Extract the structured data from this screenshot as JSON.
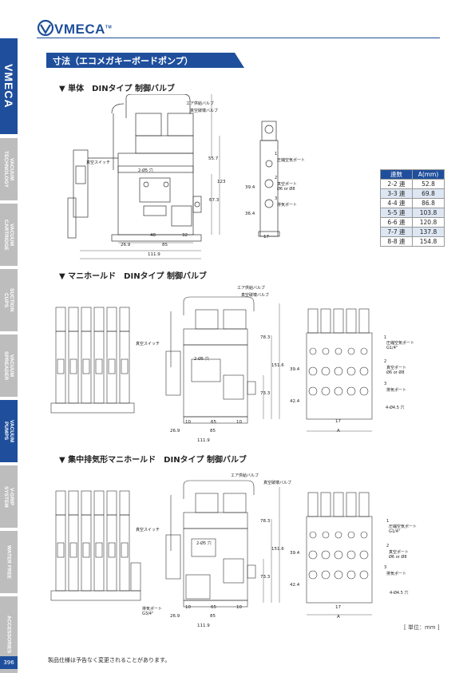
{
  "header": {
    "brand": "VMECA",
    "tm": "TM"
  },
  "sidebar": {
    "brand": "VMECA",
    "tabs": [
      {
        "label": "VACUUM\nTECHNOLOGY"
      },
      {
        "label": "VACUUM\nCARTRIDGE"
      },
      {
        "label": "SUCTION\nCUPS"
      },
      {
        "label": "VACUUM\nSPREADER"
      },
      {
        "label": "VACUUM\nPUMPS"
      },
      {
        "label": "V-GRIP\nSYSTEM"
      },
      {
        "label": "WATER FREE"
      },
      {
        "label": "ACCESSORIES"
      }
    ]
  },
  "title": "寸法（エコメガキーボードポンプ）",
  "sections": {
    "s1": "▼ 単体　DINタイプ 制御バルブ",
    "s2": "▼ マニホールド　DINタイプ 制御バルブ",
    "s3": "▼ 集中排気形マニホールド　DINタイプ 制御バルブ"
  },
  "labels": {
    "air_valve": "エア供給バルブ",
    "vac_break_valve": "真空破壊バルブ",
    "vac_switch": "真空スイッチ",
    "p1": "1",
    "p2": "2",
    "p3": "3",
    "supply_port": "圧縮空気ポート",
    "supply_port_g": "圧縮空気ポート\nG1/4\"",
    "vac_port": "真空ポート",
    "vac_port_size": "Ø6 or Ø8",
    "exhaust_port": "排気ポート",
    "exhaust_g": "排気ポート\nG3/4\"",
    "hole": "4-Ø4.5 穴",
    "screw": "2-Ø5 穴"
  },
  "dims": {
    "d1": {
      "h1": "55.7",
      "h2": "123",
      "h3": "67.3",
      "w1": "48",
      "w2": "32",
      "w3": "26.9",
      "w4": "85",
      "w5": "111.9",
      "s1": "39.4",
      "s2": "36.4",
      "s3": "17"
    },
    "d2": {
      "h1": "78.3",
      "h2": "151.6",
      "h3": "73.3",
      "w1": "10",
      "w2": "65",
      "w3": "10",
      "w4": "26.9",
      "w5": "85",
      "w6": "111.9",
      "s1": "39.4",
      "s2": "42.4",
      "s3": "17",
      "a": "A"
    },
    "d3": {
      "h1": "78.3",
      "h2": "151.6",
      "h3": "73.3",
      "w1": "10",
      "w2": "65",
      "w3": "10",
      "w4": "26.9",
      "w5": "85",
      "w6": "111.9",
      "s1": "39.4",
      "s2": "42.4",
      "s3": "17",
      "a": "A"
    }
  },
  "table": {
    "headers": [
      "連数",
      "A(mm)"
    ],
    "rows": [
      [
        "2-2 連",
        "52.8"
      ],
      [
        "3-3 連",
        "69.8"
      ],
      [
        "4-4 連",
        "86.8"
      ],
      [
        "5-5 連",
        "103.8"
      ],
      [
        "6-6 連",
        "120.8"
      ],
      [
        "7-7 連",
        "137.8"
      ],
      [
        "8-8 連",
        "154.8"
      ]
    ]
  },
  "unit": "[ 単位：mm ]",
  "footnote": "製品仕様は予告なく変更されることがあります。",
  "page_number": "396",
  "colors": {
    "brand": "#1f4f9c",
    "tab_gray": "#bdbdbd"
  }
}
